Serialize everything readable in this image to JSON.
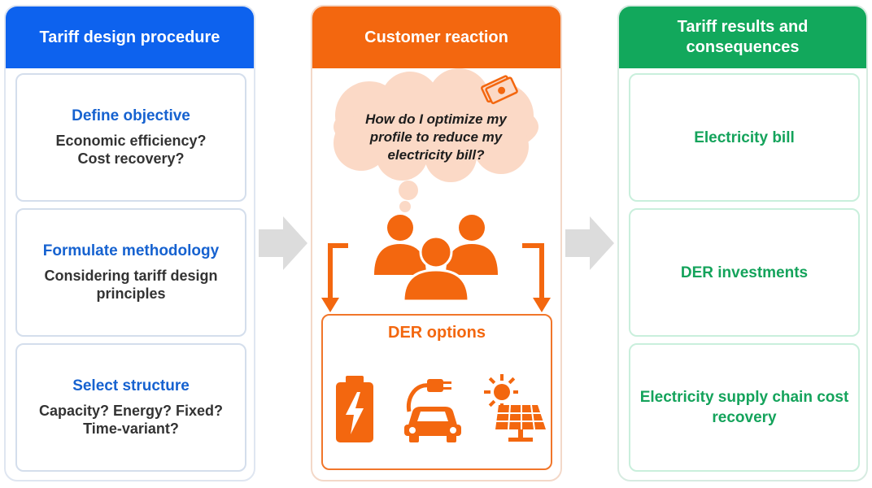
{
  "procedure": {
    "header": "Tariff design procedure",
    "steps": [
      {
        "title": "Define objective",
        "lines": [
          "Economic efficiency?",
          "Cost recovery?"
        ]
      },
      {
        "title": "Formulate methodology",
        "lines": [
          "Considering tariff design",
          "principles"
        ]
      },
      {
        "title": "Select structure",
        "lines": [
          "Capacity? Energy? Fixed?",
          "Time-variant?"
        ]
      }
    ]
  },
  "reaction": {
    "header": "Customer reaction",
    "thought": "How do I optimize my profile to reduce my electricity bill?",
    "der_title": "DER options",
    "der_icons": [
      "battery-icon",
      "electric-car-icon",
      "solar-panel-icon"
    ]
  },
  "results": {
    "header_lines": [
      "Tariff results and",
      "consequences"
    ],
    "items": [
      "Electricity bill",
      "DER investments",
      "Electricity supply chain cost recovery"
    ]
  },
  "colors": {
    "blue": "#0d62ee",
    "orange": "#f3670f",
    "green": "#12a85c",
    "gray_arrow": "#dcdcdc",
    "cloud": "#fbd9c6"
  }
}
